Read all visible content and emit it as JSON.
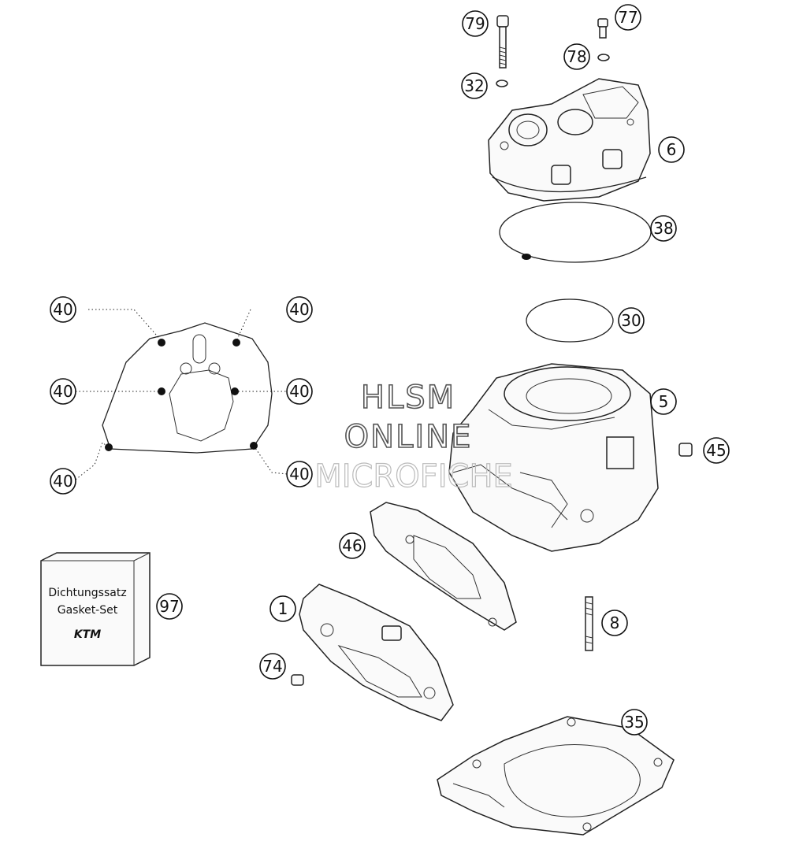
{
  "watermark": {
    "line1": "HLSM",
    "line2": "ONLINE",
    "line3": "MICROFICHE"
  },
  "gasket_box": {
    "line1": "Dichtungssatz",
    "line2": "Gasket-Set",
    "logo": "KTM"
  },
  "callouts": {
    "c79": "79",
    "c77": "77",
    "c78": "78",
    "c32": "32",
    "c6": "6",
    "c38": "38",
    "c30": "30",
    "c5": "5",
    "c45": "45",
    "c46": "46",
    "c97": "97",
    "c1": "1",
    "c8": "8",
    "c74": "74",
    "c35": "35",
    "c40a": "40",
    "c40b": "40",
    "c40c": "40",
    "c40d": "40",
    "c40e": "40",
    "c40f": "40"
  }
}
